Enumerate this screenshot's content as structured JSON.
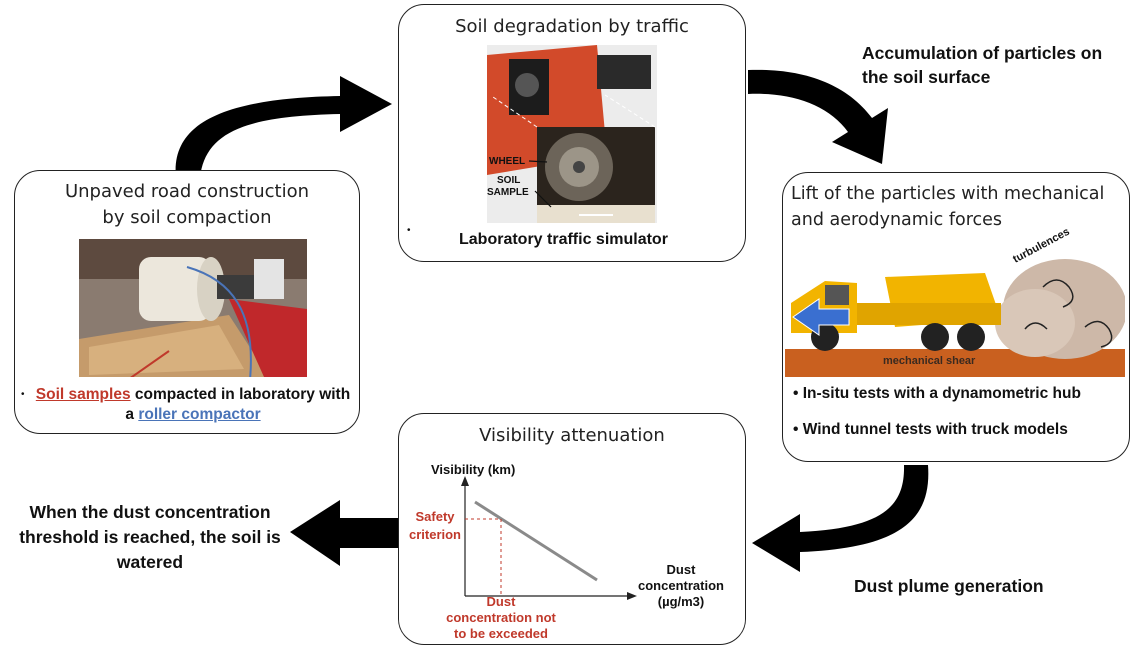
{
  "construction": {
    "title": "Unpaved road construction by soil compaction",
    "caption_red": "Soil samples",
    "caption_mid": " compacted in laboratory with a ",
    "caption_blue": "roller compactor",
    "bullet": "•"
  },
  "degradation": {
    "title": "Soil degradation by traffic",
    "wheel_label": "WHEEL",
    "soil_label_1": "SOIL",
    "soil_label_2": "SAMPLE",
    "caption": "Laboratory traffic simulator",
    "bullet": "•"
  },
  "accumulation": {
    "text": "Accumulation of particles on the soil surface"
  },
  "lift": {
    "title": "Lift of the particles with mechanical and aerodynamic forces",
    "turbulence_label": "turbulences",
    "shear_label": "mechanical shear",
    "bullet_1": "In-situ tests with a dynamometric hub",
    "bullet_2": "Wind tunnel tests with truck models",
    "bullet": "•"
  },
  "plume": {
    "text": "Dust plume generation"
  },
  "visibility": {
    "title": "Visibility attenuation",
    "ylabel": "Visibility (km)",
    "safety": "Safety criterion",
    "dust_limit": "Dust concentration not to be exceeded",
    "xlabel_1": "Dust",
    "xlabel_2": "concentration",
    "xlabel_3": "(µg/m3)"
  },
  "watering": {
    "text": "When the dust concentration threshold is reached, the soil is watered"
  },
  "colors": {
    "arrow": "#000000",
    "red": "#c0392b",
    "blue": "#4a74b8",
    "soil": "#c9601f",
    "truck": "#f2b400"
  }
}
